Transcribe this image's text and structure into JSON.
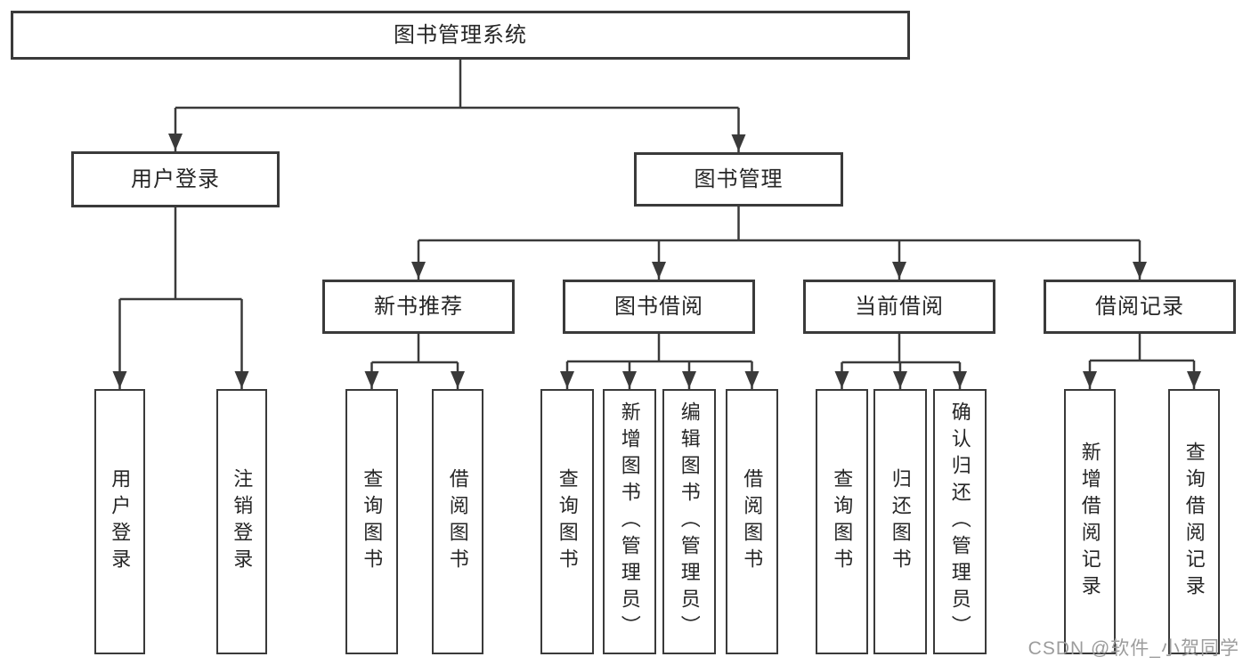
{
  "diagram": {
    "title": "图书管理系统",
    "watermark": "CSDN @软件_小贺同学",
    "colors": {
      "line": "#3a3a3a",
      "box_border": "#3a3a3a",
      "text": "#262626",
      "background": "#ffffff",
      "watermark": "#9c9c9c"
    },
    "nodes": [
      {
        "id": "root",
        "label": "图书管理系统",
        "level": 1,
        "text_direction": "horizontal"
      },
      {
        "id": "user-login",
        "label": "用户登录",
        "level": 2,
        "text_direction": "horizontal"
      },
      {
        "id": "book-mgmt",
        "label": "图书管理",
        "level": 2,
        "text_direction": "horizontal"
      },
      {
        "id": "new-book-rec",
        "label": "新书推荐",
        "level": 3,
        "text_direction": "horizontal"
      },
      {
        "id": "book-borrow",
        "label": "图书借阅",
        "level": 3,
        "text_direction": "horizontal"
      },
      {
        "id": "current-borrow",
        "label": "当前借阅",
        "level": 3,
        "text_direction": "horizontal"
      },
      {
        "id": "borrow-records",
        "label": "借阅记录",
        "level": 3,
        "text_direction": "horizontal"
      },
      {
        "id": "user-login-leaf",
        "label": "用户登录",
        "level": 4,
        "text_direction": "vertical"
      },
      {
        "id": "logout",
        "label": "注销登录",
        "level": 4,
        "text_direction": "vertical"
      },
      {
        "id": "query-book-1",
        "label": "查询图书",
        "level": 4,
        "text_direction": "vertical"
      },
      {
        "id": "borrow-book-1",
        "label": "借阅图书",
        "level": 4,
        "text_direction": "vertical"
      },
      {
        "id": "query-book-2",
        "label": "查询图书",
        "level": 4,
        "text_direction": "vertical"
      },
      {
        "id": "add-book",
        "label": "新增图书（管理员）",
        "level": 4,
        "text_direction": "vertical"
      },
      {
        "id": "edit-book",
        "label": "编辑图书（管理员）",
        "level": 4,
        "text_direction": "vertical"
      },
      {
        "id": "borrow-book-2",
        "label": "借阅图书",
        "level": 4,
        "text_direction": "vertical"
      },
      {
        "id": "query-book-3",
        "label": "查询图书",
        "level": 4,
        "text_direction": "vertical"
      },
      {
        "id": "return-book",
        "label": "归还图书",
        "level": 4,
        "text_direction": "vertical"
      },
      {
        "id": "confirm-return",
        "label": "确认归还（管理员）",
        "level": 4,
        "text_direction": "vertical"
      },
      {
        "id": "add-borrow-record",
        "label": "新增借阅记录",
        "level": 4,
        "text_direction": "vertical"
      },
      {
        "id": "query-borrow-record",
        "label": "查询借阅记录",
        "level": 4,
        "text_direction": "vertical"
      }
    ],
    "edges": [
      {
        "parent": "root",
        "children": [
          "user-login",
          "book-mgmt"
        ]
      },
      {
        "parent": "user-login",
        "children": [
          "user-login-leaf",
          "logout"
        ]
      },
      {
        "parent": "book-mgmt",
        "children": [
          "new-book-rec",
          "book-borrow",
          "current-borrow",
          "borrow-records"
        ]
      },
      {
        "parent": "new-book-rec",
        "children": [
          "query-book-1",
          "borrow-book-1"
        ]
      },
      {
        "parent": "book-borrow",
        "children": [
          "query-book-2",
          "add-book",
          "edit-book",
          "borrow-book-2"
        ]
      },
      {
        "parent": "current-borrow",
        "children": [
          "query-book-3",
          "return-book",
          "confirm-return"
        ]
      },
      {
        "parent": "borrow-records",
        "children": [
          "add-borrow-record",
          "query-borrow-record"
        ]
      }
    ]
  }
}
